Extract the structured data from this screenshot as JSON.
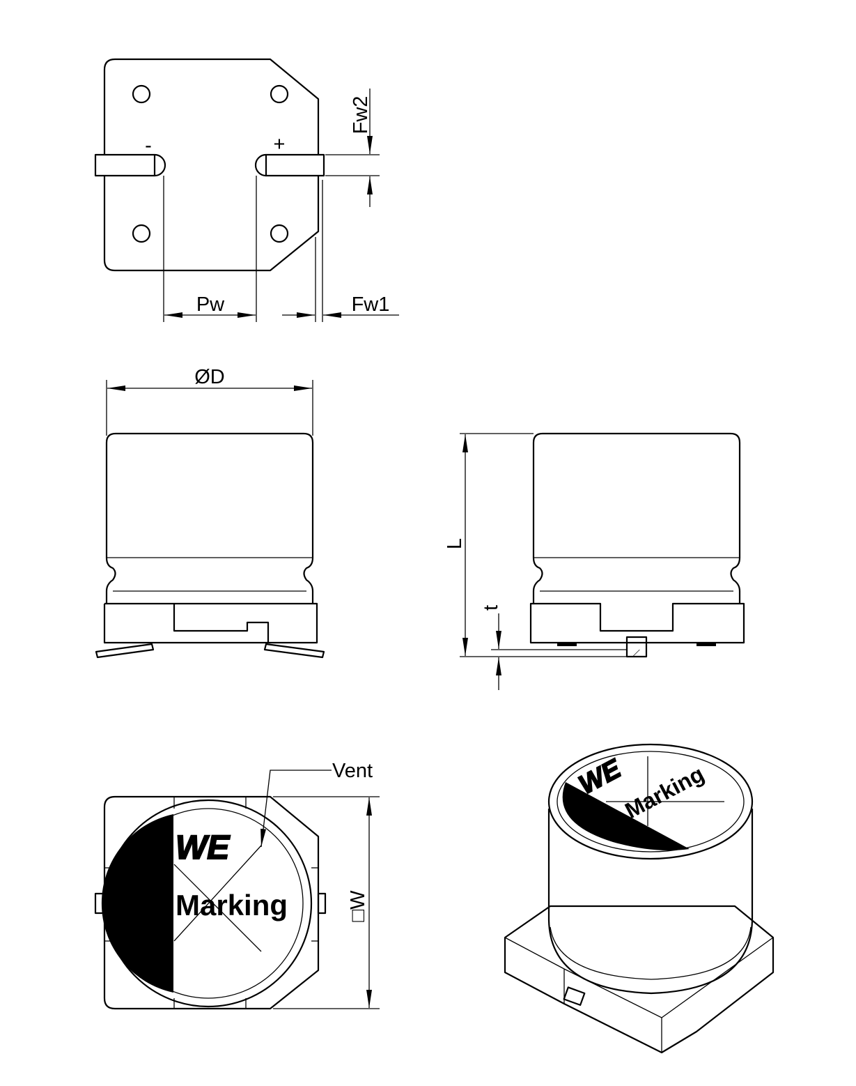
{
  "title": "SMD aluminum electrolytic capacitor dimensional drawing",
  "top_view": {
    "minus_label": "-",
    "plus_label": "+",
    "dim_pw": "Pw",
    "dim_fw1": "Fw1",
    "dim_fw2": "Fw2"
  },
  "side_view": {
    "dim_d": "ØD",
    "dim_l": "L",
    "dim_t": "t"
  },
  "bottom_view": {
    "vent_label": "Vent",
    "dim_w": "□W",
    "logo_text": "WE",
    "marking_text": "Marking"
  },
  "iso_view": {
    "logo_text": "WE",
    "marking_text": "Marking"
  },
  "colors": {
    "line": "#000000",
    "background": "#ffffff"
  }
}
